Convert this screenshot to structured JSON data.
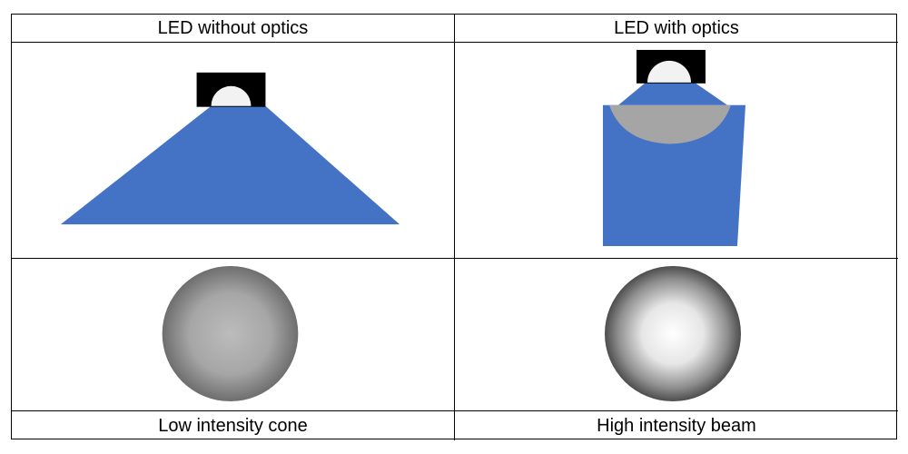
{
  "headers": {
    "left": "LED without optics",
    "right": "LED with optics"
  },
  "footers": {
    "left": "Low intensity cone",
    "right": "High intensity beam"
  },
  "colors": {
    "beam": "#4472c4",
    "led_housing": "#000000",
    "led_dome": "#f2f2f2",
    "lens": "#a5a5a5",
    "border": "#000000"
  }
}
